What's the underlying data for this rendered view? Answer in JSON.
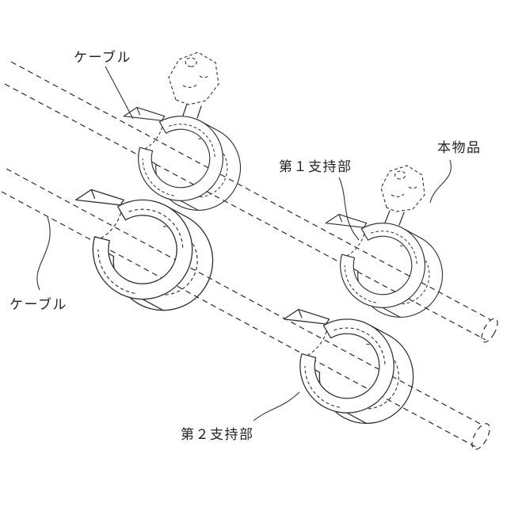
{
  "figure": {
    "labels": {
      "cable_top": "ケーブル",
      "cable_left": "ケーブル",
      "support1": "第１支持部",
      "article": "本物品",
      "support2": "第２支持部"
    },
    "colors": {
      "line": "#333333",
      "background": "#ffffff"
    }
  }
}
